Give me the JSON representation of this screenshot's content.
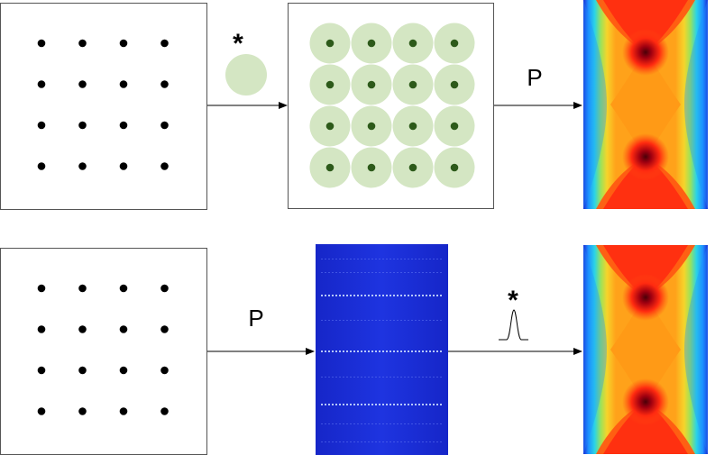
{
  "labels": {
    "convolve_symbol": "*",
    "projection_symbol": "P"
  },
  "grid": {
    "rows": 4,
    "cols": 4
  },
  "icons": {
    "disk_kernel": "green-disk-icon",
    "gaussian_kernel": "gaussian-curve-icon"
  },
  "colors": {
    "dot": "#000000",
    "disk": "#d4e6c3",
    "disk_center": "#2d5a1a",
    "frame": "#555555",
    "arrow": "#000000",
    "blue_field": "#1a2cd6"
  }
}
